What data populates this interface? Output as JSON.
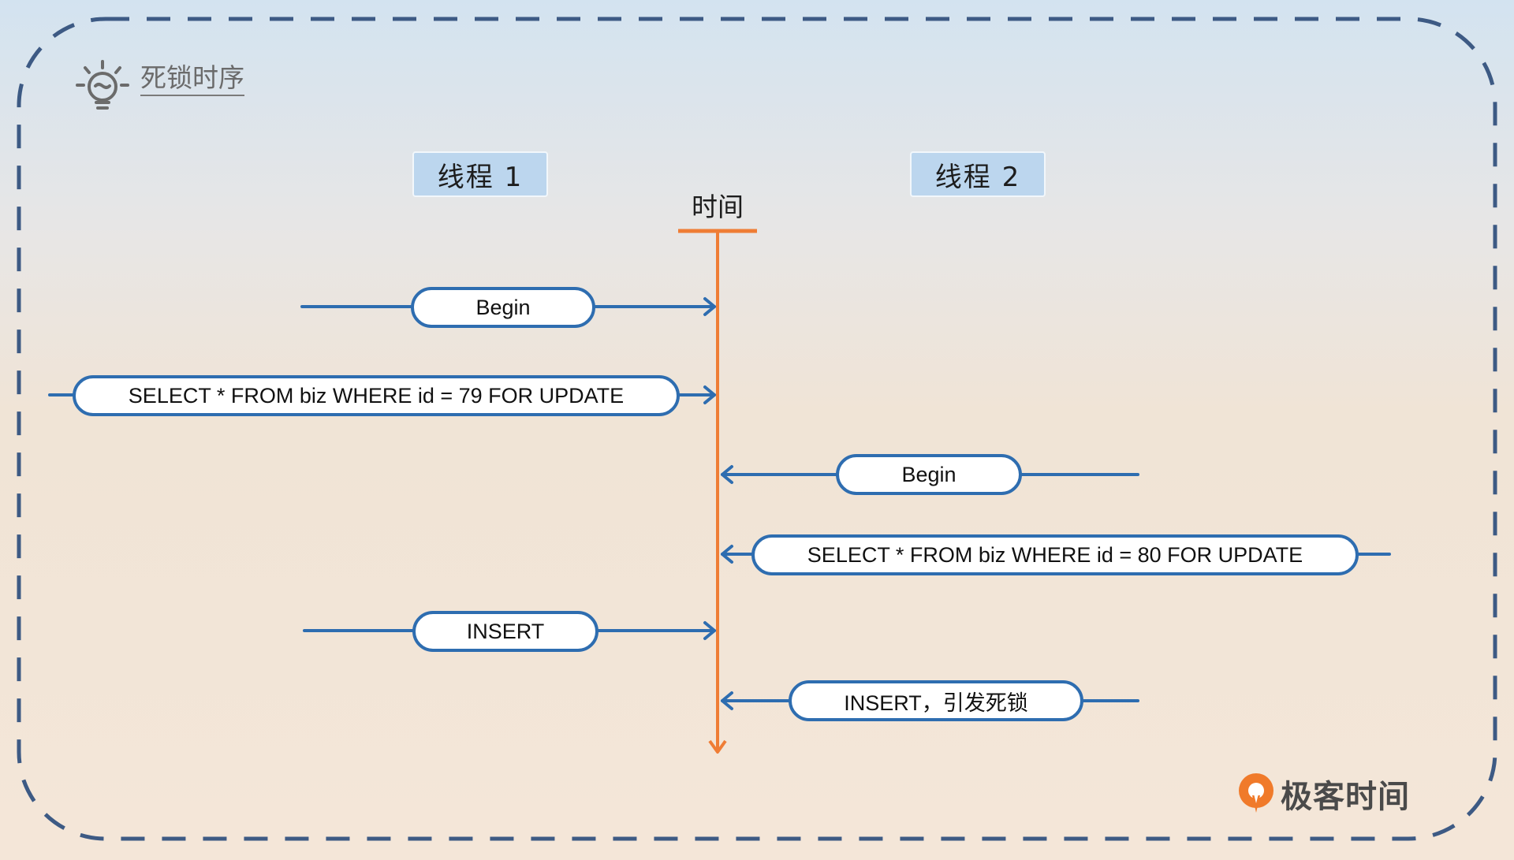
{
  "title": "死锁时序",
  "time_axis_label": "时间",
  "threads": [
    {
      "label": "线程 1"
    },
    {
      "label": "线程 2"
    }
  ],
  "events": [
    {
      "thread": 1,
      "label": "Begin"
    },
    {
      "thread": 1,
      "label": "SELECT * FROM biz WHERE id = 79 FOR UPDATE"
    },
    {
      "thread": 2,
      "label": "Begin"
    },
    {
      "thread": 2,
      "label": "SELECT * FROM biz WHERE id = 80 FOR UPDATE"
    },
    {
      "thread": 1,
      "label": "INSERT"
    },
    {
      "thread": 2,
      "label": "INSERT，引发死锁"
    }
  ],
  "brand": {
    "name": "极客时间",
    "icon": "geektime-logo-icon"
  },
  "colors": {
    "connector": "#2e6db0",
    "time_axis": "#ef7d35",
    "border_dash": "#3d5a84",
    "header_fill": "#bcd6ee",
    "brand_orange": "#f07a2a"
  }
}
